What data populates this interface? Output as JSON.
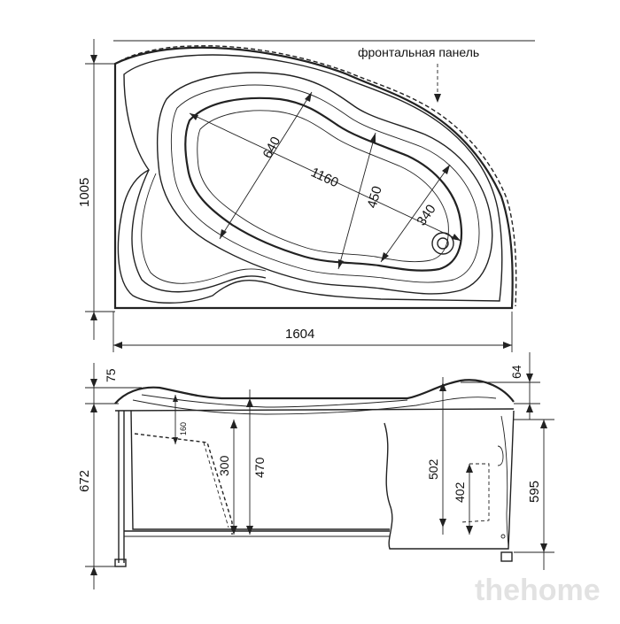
{
  "labels": {
    "front_panel": "фронтальная панель"
  },
  "top_view": {
    "width": "1604",
    "depth": "1005",
    "inner_length": "1160",
    "inner_width_large": "640",
    "inner_width_waist": "450",
    "inner_width_small": "340"
  },
  "side_view": {
    "height_total": "672",
    "rim_left": "75",
    "rim_right": "64",
    "headrest": "160",
    "depth_seat": "300",
    "depth_left": "470",
    "depth_right": "502",
    "drain_height": "402",
    "panel_height": "595"
  },
  "watermark": "thehome",
  "colors": {
    "line": "#222222",
    "watermark": "#e2e2e2"
  }
}
